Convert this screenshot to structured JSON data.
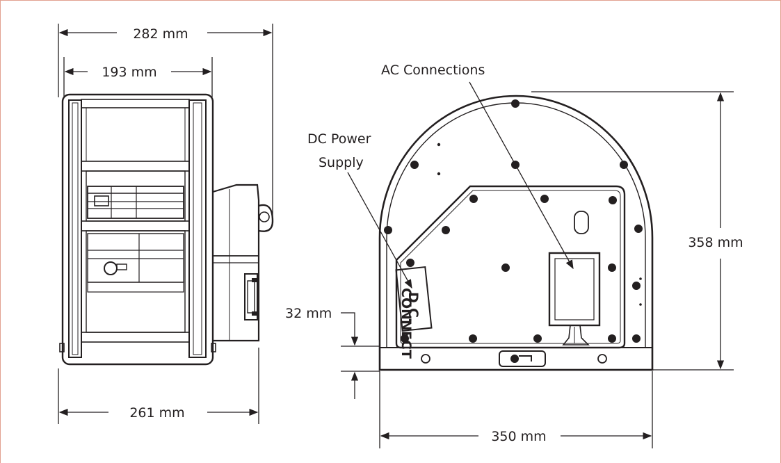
{
  "dimensions": {
    "side_width_top": "282 mm",
    "side_inner_width": "193 mm",
    "side_width_bottom": "261 mm",
    "front_height": "358 mm",
    "front_base": "32 mm",
    "front_width": "350 mm"
  },
  "callouts": {
    "ac_connections": "AC Connections",
    "dc_power_supply_line1": "DC Power",
    "dc_power_supply_line2": "Supply"
  },
  "labels": {
    "dc_module_line1": "D.C.",
    "dc_module_line2": "CONNECT"
  },
  "colors": {
    "ink": "#231f20",
    "frame_border": "#e2a08f",
    "background": "#ffffff"
  }
}
